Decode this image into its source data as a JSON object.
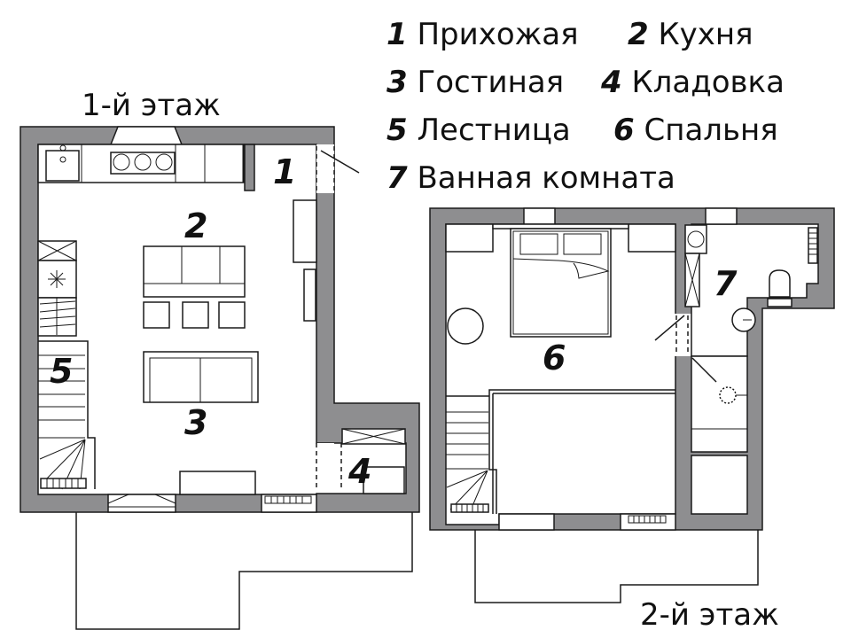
{
  "legend": [
    {
      "num": "1",
      "name": "Прихожая"
    },
    {
      "num": "2",
      "name": "Кухня"
    },
    {
      "num": "3",
      "name": "Гостиная"
    },
    {
      "num": "4",
      "name": "Кладовка"
    },
    {
      "num": "5",
      "name": "Лестница"
    },
    {
      "num": "6",
      "name": "Спальня"
    },
    {
      "num": "7",
      "name": "Ванная комната"
    }
  ],
  "floors": {
    "first": "1-й этаж",
    "second": "2-й этаж"
  },
  "colors": {
    "wall": "#8e8e90",
    "line": "#1a1a1a"
  }
}
